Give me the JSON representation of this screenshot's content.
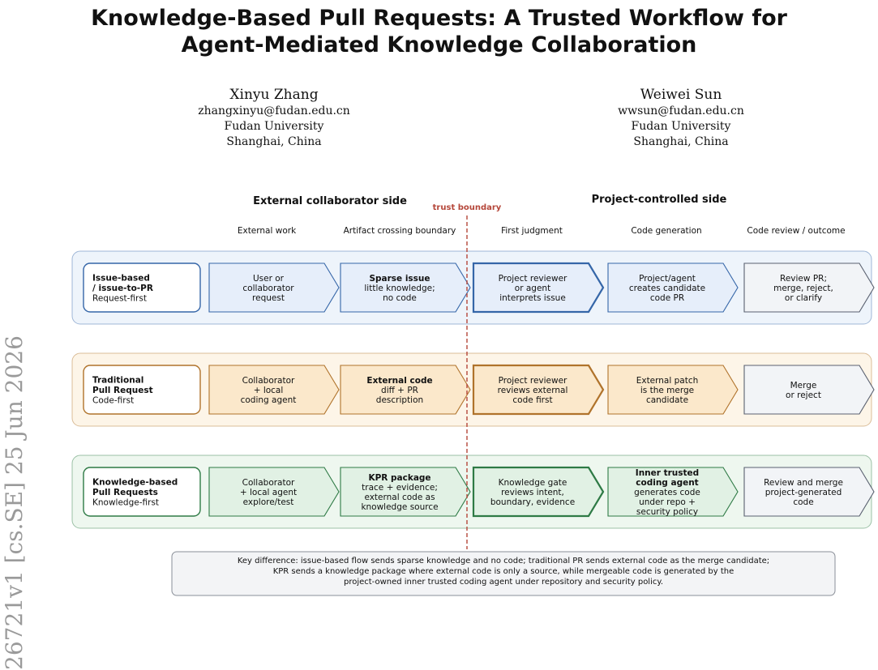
{
  "paper": {
    "title_line1": "Knowledge-Based Pull Requests: A Trusted Workflow for",
    "title_line2": "Agent-Mediated Knowledge Collaboration",
    "authors": [
      {
        "name": "Xinyu Zhang",
        "email": "zhangxinyu@fudan.edu.cn",
        "affiliation": "Fudan University",
        "location": "Shanghai, China"
      },
      {
        "name": "Weiwei Sun",
        "email": "wwsun@fudan.edu.cn",
        "affiliation": "Fudan University",
        "location": "Shanghai, China"
      }
    ],
    "arxiv_id": "26721v1  [cs.SE]  25 Jun 2026"
  },
  "diagram": {
    "side_left": "External collaborator side",
    "side_right": "Project-controlled side",
    "boundary_label": "trust boundary",
    "columns": [
      "External work",
      "Artifact crossing boundary",
      "First judgment",
      "Code generation",
      "Code review / outcome"
    ],
    "colors": {
      "boundary": "#b5473a",
      "row1_border": "#3566a8",
      "row1_fill": "#e6eefa",
      "row1_band": "#eef4fb",
      "row2_border": "#b0732b",
      "row2_fill": "#fbe8cb",
      "row2_band": "#fdf5e8",
      "row3_border": "#2e7a45",
      "row3_fill": "#e1f1e4",
      "row3_band": "#eef7ef",
      "outcome_fill": "#f2f4f7",
      "outcome_border": "#5a6170"
    },
    "rows": [
      {
        "label": {
          "bold": [
            "Issue-based",
            "/ issue-to-PR"
          ],
          "normal": [
            "Request-first"
          ]
        },
        "steps": [
          {
            "bold": [],
            "normal": [
              "User or",
              "collaborator",
              "request"
            ]
          },
          {
            "bold": [
              "Sparse issue"
            ],
            "normal": [
              "little knowledge;",
              "no code"
            ]
          },
          {
            "bold": [],
            "normal": [
              "Project reviewer",
              "or agent",
              "interprets issue"
            ]
          },
          {
            "bold": [],
            "normal": [
              "Project/agent",
              "creates candidate",
              "code PR"
            ]
          },
          {
            "bold": [],
            "normal": [
              "Review PR;",
              "merge, reject,",
              "or clarify"
            ]
          }
        ]
      },
      {
        "label": {
          "bold": [
            "Traditional",
            "Pull Request"
          ],
          "normal": [
            "Code-first"
          ]
        },
        "steps": [
          {
            "bold": [],
            "normal": [
              "Collaborator",
              "+ local",
              "coding agent"
            ]
          },
          {
            "bold": [
              "External code"
            ],
            "normal": [
              "diff + PR",
              "description"
            ]
          },
          {
            "bold": [],
            "normal": [
              "Project reviewer",
              "reviews external",
              "code first"
            ]
          },
          {
            "bold": [],
            "normal": [
              "External patch",
              "is the merge",
              "candidate"
            ]
          },
          {
            "bold": [],
            "normal": [
              "Merge",
              "or reject"
            ]
          }
        ]
      },
      {
        "label": {
          "bold": [
            "Knowledge-based",
            "Pull Requests"
          ],
          "normal": [
            "Knowledge-first"
          ]
        },
        "steps": [
          {
            "bold": [],
            "normal": [
              "Collaborator",
              "+ local agent",
              "explore/test"
            ]
          },
          {
            "bold": [
              "KPR package"
            ],
            "normal": [
              "trace + evidence;",
              "external code as",
              "knowledge source"
            ]
          },
          {
            "bold": [],
            "normal": [
              "Knowledge gate",
              "reviews intent,",
              "boundary, evidence"
            ]
          },
          {
            "bold": [
              "Inner trusted",
              "coding agent"
            ],
            "normal": [
              "generates code",
              "under repo +",
              "security policy"
            ]
          },
          {
            "bold": [],
            "normal": [
              "Review and merge",
              "project-generated",
              "code"
            ]
          }
        ]
      }
    ],
    "note_lines": [
      "Key difference: issue-based flow sends sparse knowledge and no code; traditional PR sends external code as the merge candidate;",
      "KPR sends a knowledge package where external code is only a source, while mergeable code is generated by the",
      "project-owned inner trusted coding agent under repository and security policy."
    ]
  }
}
